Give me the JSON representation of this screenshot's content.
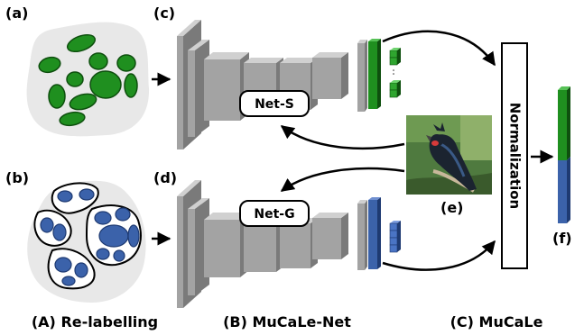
{
  "labels": {
    "a": "(a)",
    "b": "(b)",
    "c": "(c)",
    "d": "(d)",
    "e": "(e)",
    "f": "(f)"
  },
  "nets": {
    "s": "Net-S",
    "g": "Net-G"
  },
  "normalization": "Normalization",
  "captions": {
    "relabelling": "(A) Re-labelling",
    "mucalenet": "(B) MuCaLe-Net",
    "mucale": "(C) MuCaLe"
  },
  "colors": {
    "green": "#1f8f1f",
    "green_dark": "#0e4f0e",
    "blue": "#3b62aa",
    "blue_dark": "#1e3a72",
    "blob": "#e8e8e8",
    "layer_front": "#a3a3a3",
    "layer_top": "#d0d0d0",
    "layer_side": "#7a7a7a"
  }
}
